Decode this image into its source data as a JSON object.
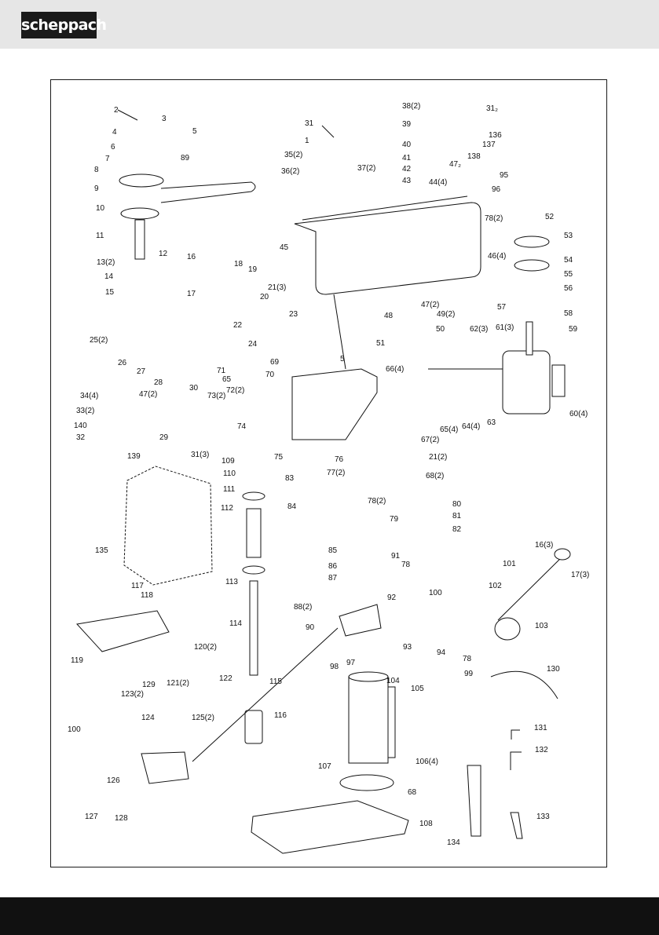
{
  "brand": {
    "logo_text": "scheppach"
  },
  "diagram": {
    "labels": [
      "2",
      "3",
      "4",
      "5",
      "6",
      "7",
      "8",
      "89",
      "9",
      "10",
      "11",
      "12",
      "13(2)",
      "14",
      "15",
      "25(2)",
      "26",
      "27",
      "28",
      "16",
      "17",
      "18",
      "19",
      "20",
      "21(3)",
      "22",
      "23",
      "24",
      "31",
      "1",
      "35(2)",
      "36(2)",
      "37(2)",
      "38(2)",
      "39",
      "40",
      "41",
      "42",
      "43",
      "44(4)",
      "45",
      "46(4)",
      "31₂",
      "136",
      "137",
      "138",
      "47₂",
      "95",
      "96",
      "78(2)",
      "52",
      "53",
      "54",
      "55",
      "56",
      "57",
      "58",
      "59",
      "48",
      "47(2)",
      "49(2)",
      "50",
      "51",
      "5",
      "66(4)",
      "69",
      "70",
      "71",
      "65",
      "72(2)",
      "73(2)",
      "34(4)",
      "33(2)",
      "140",
      "32",
      "47(2)",
      "29",
      "30",
      "139",
      "31(3)",
      "74",
      "75",
      "62(3)",
      "61(3)",
      "60(4)",
      "63",
      "64(4)",
      "65(4)",
      "67(2)",
      "21(2)",
      "68(2)",
      "76",
      "77(2)",
      "78(2)",
      "79",
      "80",
      "81",
      "82",
      "109",
      "110",
      "111",
      "112",
      "113",
      "114",
      "115",
      "116",
      "135",
      "83",
      "84",
      "85",
      "86",
      "87",
      "91",
      "78",
      "88(2)",
      "90",
      "92",
      "93",
      "94",
      "78",
      "99",
      "97",
      "98",
      "100",
      "101",
      "102",
      "103",
      "16(3)",
      "17(3)",
      "104",
      "105",
      "106(4)",
      "107",
      "68",
      "108",
      "117",
      "118",
      "119",
      "120(2)",
      "121(2)",
      "122",
      "123(2)",
      "124",
      "125(2)",
      "129",
      "100",
      "126",
      "127",
      "128",
      "130",
      "131",
      "132",
      "133",
      "134"
    ]
  }
}
